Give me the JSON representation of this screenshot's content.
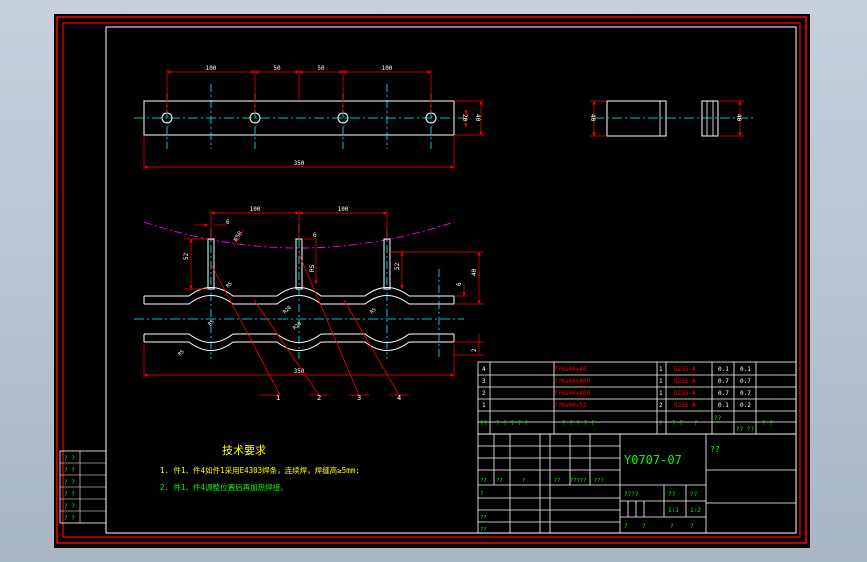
{
  "colors": {
    "background": "#000000",
    "frame": "#ff0000",
    "outline": "#ffffff",
    "dimension": "#ff0000",
    "dimension_text": "#ffffff",
    "centerline": "#00ffff",
    "phantom": "#ff00ff",
    "title_text": "#00ff00",
    "note_title": "#ffff00"
  },
  "top_view": {
    "dims": [
      "100",
      "50",
      "50",
      "100"
    ],
    "overall": "350",
    "height_small": "20",
    "height_big": "40"
  },
  "side_view": {
    "left_height": "40",
    "right_height": "40"
  },
  "front_view": {
    "dims_top": [
      "100",
      "100"
    ],
    "dim_6a": "6",
    "dim_6b": "6",
    "dim_r": "R50",
    "dim_52a": "52",
    "dim_52b": "52",
    "dim_r5": "R5",
    "dim_40": "40",
    "dim_6c": "6",
    "dim_2": "2",
    "overall": "350",
    "radius_labels": [
      "R5",
      "R5",
      "R20",
      "R20",
      "R5",
      "R5"
    ],
    "balloons": [
      "1",
      "2",
      "3",
      "4"
    ]
  },
  "notes": {
    "title": "技术要求",
    "line1": "1. 件1、件4如件1采用E4303焊条，连续焊，焊缝高≥5mm;",
    "line2": "2. 件1、件4调整位置后再加热焊接。"
  },
  "bom": {
    "rows": [
      {
        "no": "4",
        "name": "??6x40x40",
        "qty": "1",
        "mat": "Q235-A",
        "w1": "0.1",
        "w2": "0.1"
      },
      {
        "no": "3",
        "name": "??6x40x400",
        "qty": "1",
        "mat": "Q235-A",
        "w1": "0.7",
        "w2": "0.7"
      },
      {
        "no": "2",
        "name": "??6x40x400",
        "qty": "1",
        "mat": "Q235-A",
        "w1": "0.7",
        "w2": "0.7"
      },
      {
        "no": "1",
        "name": "??6x40x52",
        "qty": "2",
        "mat": "Q235-A",
        "w1": "0.1",
        "w2": "0.2"
      }
    ],
    "header": [
      "??",
      "? ? ? ? ?",
      "? ? ? ? ?",
      "?",
      "? ?",
      "?",
      "??",
      "?? ??",
      "? ?"
    ]
  },
  "title_block": {
    "drawing_no": "Y0707-07",
    "right_top": "??",
    "scale_label": "????",
    "mass_label": "??",
    "scale_label2": "??",
    "scale_val": "1:1",
    "sheet_val": "1:2",
    "bottom_left": [
      "?",
      "?",
      "?",
      "?"
    ],
    "rev_headers": [
      "??",
      "??",
      "?",
      "??",
      "?????",
      "???"
    ],
    "rev_rows": [
      "?",
      "??",
      "??"
    ],
    "left_signs": [
      "? ?",
      "? ?",
      "? ?",
      "? ?",
      "? ?",
      "? ?"
    ]
  }
}
